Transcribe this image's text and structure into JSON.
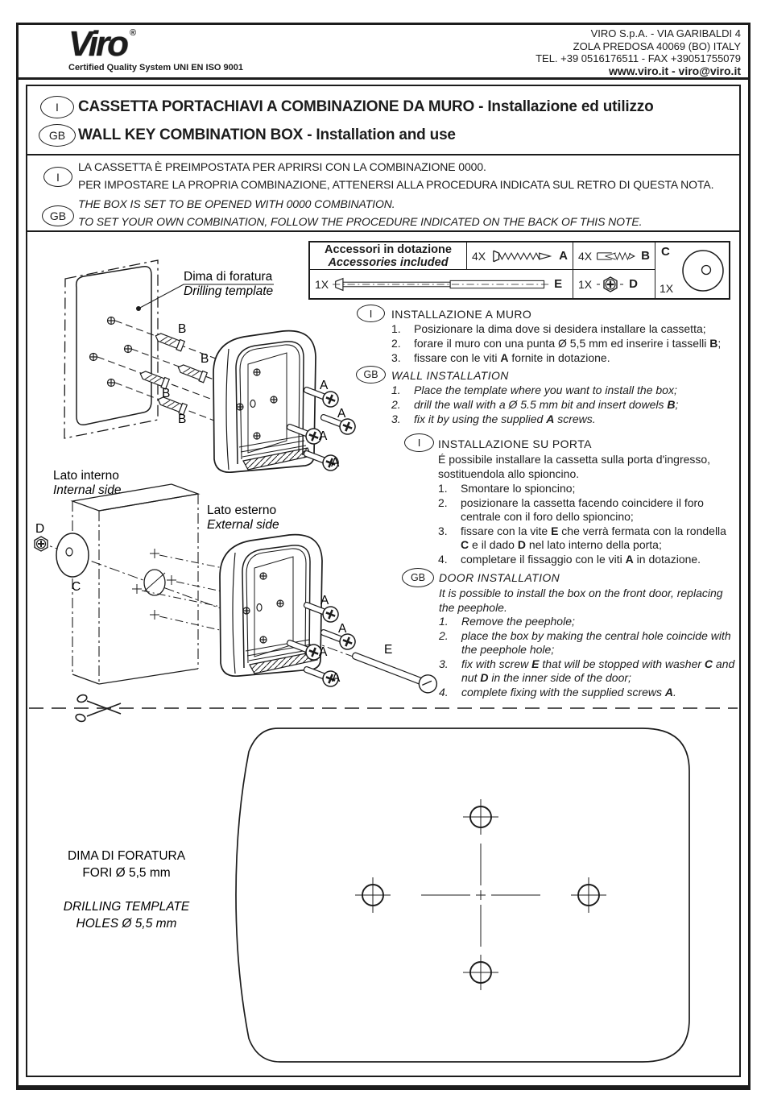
{
  "colors": {
    "ink": "#1c1c1c",
    "paper": "#ffffff"
  },
  "header": {
    "logo_text": "Viro",
    "logo_reg": "®",
    "logo_tagline": "Certified Quality System UNI EN ISO 9001",
    "address_line1": "VIRO S.p.A. - VIA GARIBALDI 4",
    "address_line2": "ZOLA PREDOSA 40069 (BO) ITALY",
    "address_line3": "TEL. +39 0516176511 - FAX +39051755079",
    "address_line4": "www.viro.it - viro@viro.it"
  },
  "title": {
    "it_badge": "I",
    "it_text": "CASSETTA PORTACHIAVI A COMBINAZIONE DA MURO - Installazione ed utilizzo",
    "gb_badge": "GB",
    "gb_text": "WALL KEY COMBINATION BOX - Installation and use"
  },
  "note": {
    "it_badge": "I",
    "it_line1": "LA CASSETTA È PREIMPOSTATA PER APRIRSI CON LA COMBINAZIONE 0000.",
    "it_line2": "PER IMPOSTARE LA PROPRIA COMBINAZIONE, ATTENERSI ALLA PROCEDURA INDICATA SUL RETRO DI QUESTA NOTA.",
    "gb_badge": "GB",
    "gb_line1": "THE BOX IS SET TO BE OPENED WITH 0000 COMBINATION.",
    "gb_line2": "TO SET YOUR OWN COMBINATION, FOLLOW THE PROCEDURE INDICATED ON THE BACK OF THIS NOTE."
  },
  "accessories": {
    "title_it": "Accessori in dotazione",
    "title_gb": "Accessories included",
    "screw_qty": "4X",
    "screw_label": "A",
    "plug_qty": "4X",
    "plug_label": "B",
    "washer_label": "C",
    "washer_qty": "1X",
    "bolt_qty": "1X",
    "bolt_label": "E",
    "nut_qty": "1X",
    "nut_label": "D"
  },
  "wall_it": {
    "badge": "I",
    "heading": "INSTALLAZIONE A MURO",
    "step1_num": "1.",
    "step1": "Posizionare la dima dove si desidera installare la cassetta;",
    "step2_num": "2.",
    "step2": "forare il muro con una punta Ø 5,5 mm ed inserire i tasselli **B**;",
    "step3_num": "3.",
    "step3": "fissare con le viti **A** fornite in dotazione."
  },
  "wall_gb": {
    "badge": "GB",
    "heading": "WALL INSTALLATION",
    "step1_num": "1.",
    "step1": "Place the template where you want to install the box;",
    "step2_num": "2.",
    "step2": "drill the wall with a Ø 5.5 mm bit and insert dowels **B**;",
    "step3_num": "3.",
    "step3": "fix it by using the supplied **A** screws."
  },
  "door_it": {
    "badge": "I",
    "heading": "INSTALLAZIONE SU PORTA",
    "intro": "É possibile installare la cassetta sulla porta d'ingresso, sostituendola allo spioncino.",
    "step1_num": "1.",
    "step1": "Smontare lo spioncino;",
    "step2_num": "2.",
    "step2": "posizionare la cassetta facendo coincidere il foro centrale con il foro dello spioncino;",
    "step3_num": "3.",
    "step3": "fissare con la vite **E** che verrà fermata con la rondella **C** e il dado **D** nel lato interno della porta;",
    "step4_num": "4.",
    "step4": "completare il fissaggio con le viti **A** in dotazione."
  },
  "door_gb": {
    "badge": "GB",
    "heading": "DOOR INSTALLATION",
    "intro": "It is possible to install the box on the front door, replacing the peephole.",
    "step1_num": "1.",
    "step1": "Remove the peephole;",
    "step2_num": "2.",
    "step2": "place the box by making the central hole coincide with the peephole hole;",
    "step3_num": "3.",
    "step3": "fix with screw **E** that will be stopped with washer **C** and nut **D** in the inner side of the door;",
    "step4_num": "4.",
    "step4": "complete fixing with the supplied screws **A**."
  },
  "diagram1": {
    "template_it": "Dima di foratura",
    "template_gb": "Drilling template",
    "internal_it": "Lato interno",
    "internal_gb": "Internal side",
    "label_a": "A",
    "label_b": "B"
  },
  "diagram2": {
    "external_it": "Lato esterno",
    "external_gb": "External side",
    "label_a": "A",
    "label_c": "C",
    "label_d": "D",
    "label_e": "E"
  },
  "template3": {
    "line1_it": "DIMA DI FORATURA",
    "line2_it": "FORI Ø 5,5 mm",
    "line1_gb": "DRILLING TEMPLATE",
    "line2_gb": "HOLES Ø 5,5 mm"
  }
}
